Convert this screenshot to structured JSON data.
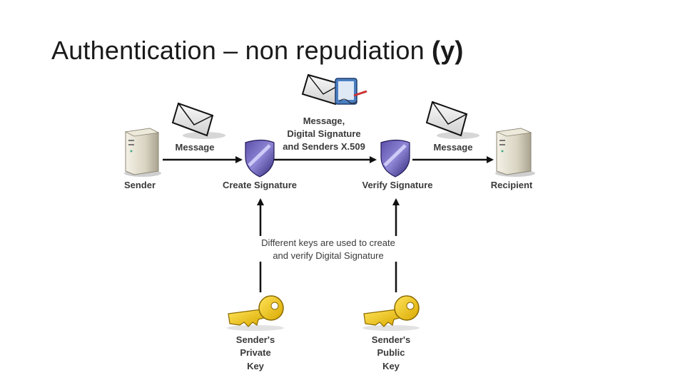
{
  "slide": {
    "title_main": "Authentication – non repudiation",
    "title_suffix": "(y)"
  },
  "diagram": {
    "sender_label": "Sender",
    "recipient_label": "Recipient",
    "message_left": "Message",
    "message_right": "Message",
    "create_signature": "Create Signature",
    "verify_signature": "Verify Signature",
    "center_label": [
      "Message,",
      "Digital Signature",
      "and Senders X.509"
    ],
    "keys_note": [
      "Different keys are used to create",
      "and verify Digital Signature"
    ],
    "private_key": [
      "Sender's",
      "Private",
      "Key"
    ],
    "public_key": [
      "Sender's",
      "Public",
      "Key"
    ]
  }
}
